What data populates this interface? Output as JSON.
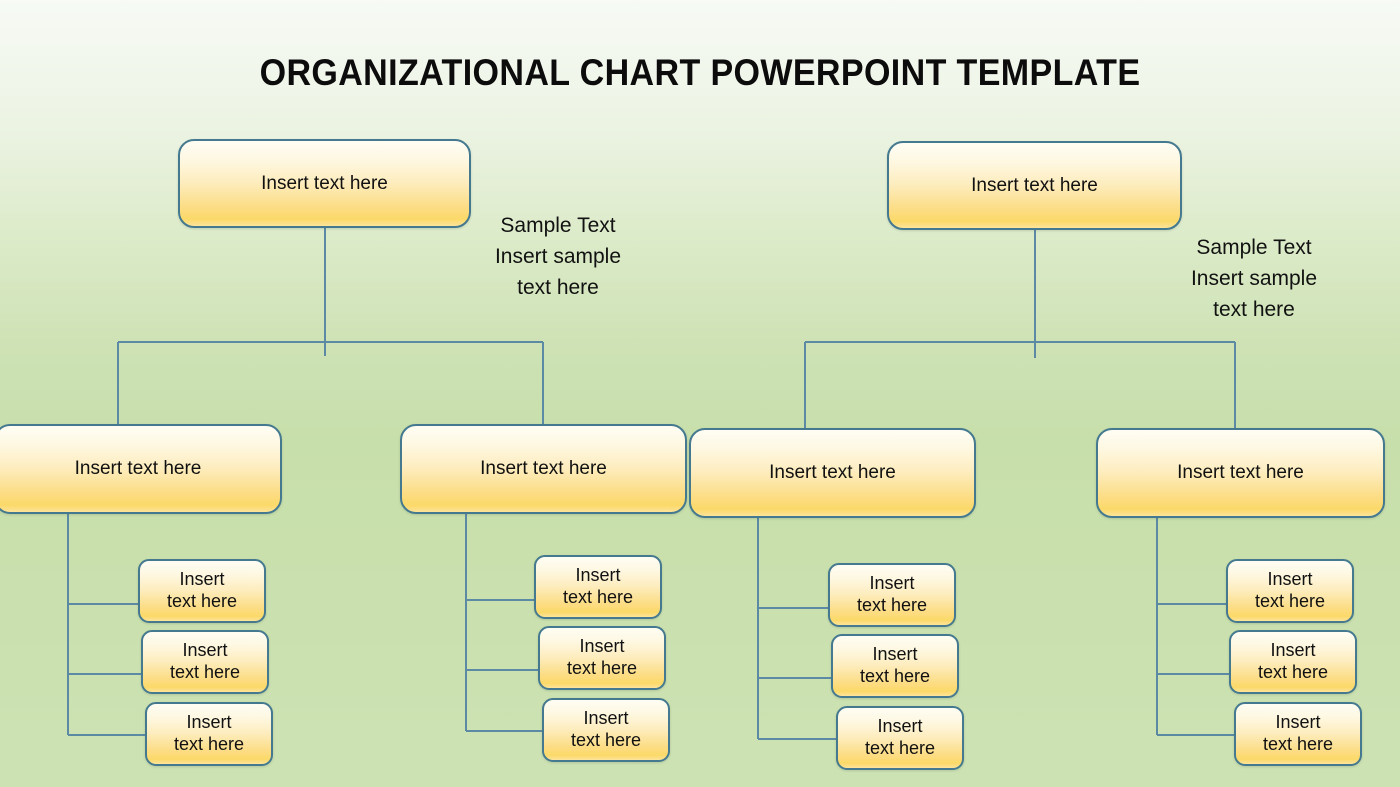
{
  "slide": {
    "title": "ORGANIZATIONAL CHART POWERPOINT TEMPLATE",
    "background_top_color": "#f7faf5",
    "background_bottom_color": "#cde2b3",
    "node_border_color": "#44798f",
    "node_fill_top_color": "#fffdf4",
    "node_fill_bottom_color": "#fbd968",
    "connector_color": "#5c8aa5",
    "text_color": "#111111"
  },
  "nodes": {
    "level1": [
      {
        "id": "l1-left",
        "label": "Insert text here"
      },
      {
        "id": "l1-right",
        "label": "Insert text here"
      }
    ],
    "level2": [
      {
        "id": "l2-a",
        "label": "Insert text here"
      },
      {
        "id": "l2-b",
        "label": "Insert text here"
      },
      {
        "id": "l2-c",
        "label": "Insert text here"
      },
      {
        "id": "l2-d",
        "label": "Insert text here"
      }
    ],
    "leaves": {
      "col_a": [
        {
          "id": "leaf-a1",
          "label": "Insert\ntext here"
        },
        {
          "id": "leaf-a2",
          "label": "Insert\ntext here"
        },
        {
          "id": "leaf-a3",
          "label": "Insert\ntext here"
        }
      ],
      "col_b": [
        {
          "id": "leaf-b1",
          "label": "Insert\ntext here"
        },
        {
          "id": "leaf-b2",
          "label": "Insert\ntext here"
        },
        {
          "id": "leaf-b3",
          "label": "Insert\ntext here"
        }
      ],
      "col_c": [
        {
          "id": "leaf-c1",
          "label": "Insert\ntext here"
        },
        {
          "id": "leaf-c2",
          "label": "Insert\ntext here"
        },
        {
          "id": "leaf-c3",
          "label": "Insert\ntext here"
        }
      ],
      "col_d": [
        {
          "id": "leaf-d1",
          "label": "Insert\ntext here"
        },
        {
          "id": "leaf-d2",
          "label": "Insert\ntext here"
        },
        {
          "id": "leaf-d3",
          "label": "Insert\ntext here"
        }
      ]
    }
  },
  "annotations": [
    {
      "id": "note-left",
      "text": "Sample Text\nInsert sample\ntext here"
    },
    {
      "id": "note-right",
      "text": "Sample Text\nInsert sample\ntext here"
    }
  ]
}
